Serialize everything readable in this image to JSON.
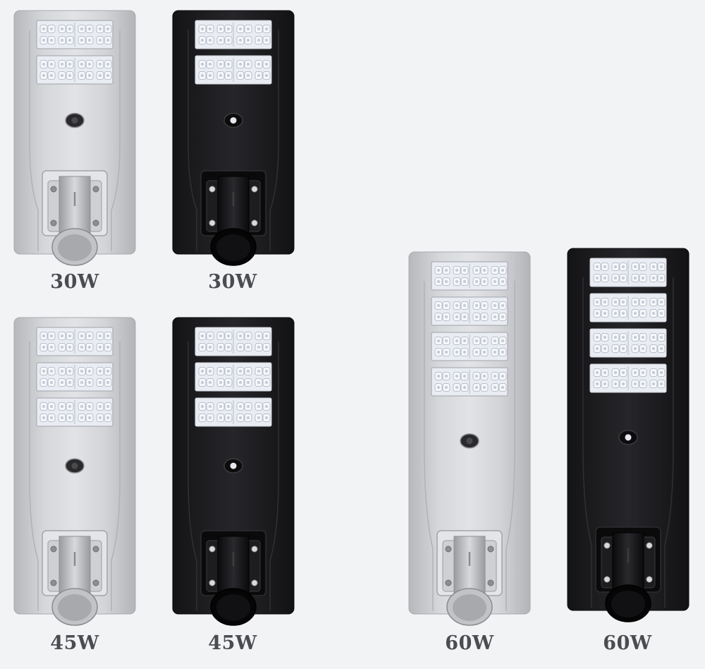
{
  "lamps": [
    {
      "label": "30W",
      "finish": "silver",
      "modules": 2
    },
    {
      "label": "30W",
      "finish": "black",
      "modules": 2
    },
    {
      "label": "45W",
      "finish": "silver",
      "modules": 3
    },
    {
      "label": "45W",
      "finish": "black",
      "modules": 3
    },
    {
      "label": "60W",
      "finish": "silver",
      "modules": 4
    },
    {
      "label": "60W",
      "finish": "black",
      "modules": 4
    }
  ],
  "colors": {
    "background": "#f2f3f5",
    "silver_body": "#c9cacd",
    "black_body": "#1c1c1e",
    "led_panel": "#e9edf3",
    "label_text": "#4a4c50"
  }
}
